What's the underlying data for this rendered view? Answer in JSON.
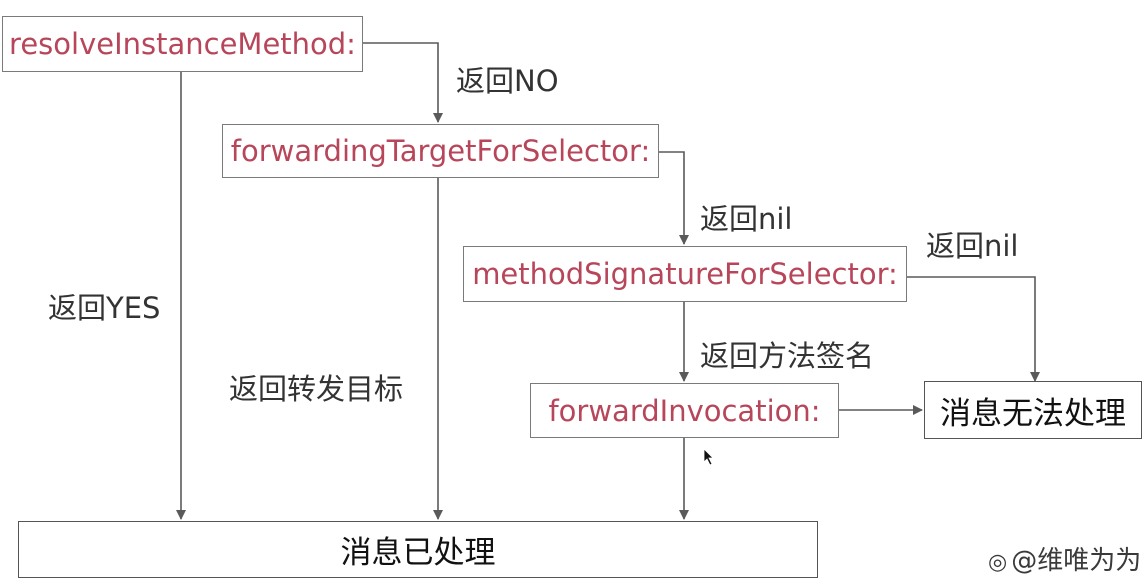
{
  "nodes": {
    "resolve": "resolveInstanceMethod:",
    "forwarding_target": "forwardingTargetForSelector:",
    "method_signature": "methodSignatureForSelector:",
    "forward_invocation": "forwardInvocation:",
    "cannot_handle": "消息无法处理",
    "handled": "消息已处理"
  },
  "edge_labels": {
    "resolve_no": "返回NO",
    "resolve_yes": "返回YES",
    "target_nil": "返回nil",
    "target_forward": "返回转发目标",
    "signature_nil": "返回nil",
    "signature_return": "返回方法签名"
  },
  "watermark": {
    "icon": "weibo-icon",
    "text": "@维唯为为"
  },
  "colors": {
    "method_text": "#b8465a",
    "border": "#7a7a7a",
    "edge": "#5a5a5a",
    "label_text": "#333333",
    "result_text": "#111111"
  }
}
